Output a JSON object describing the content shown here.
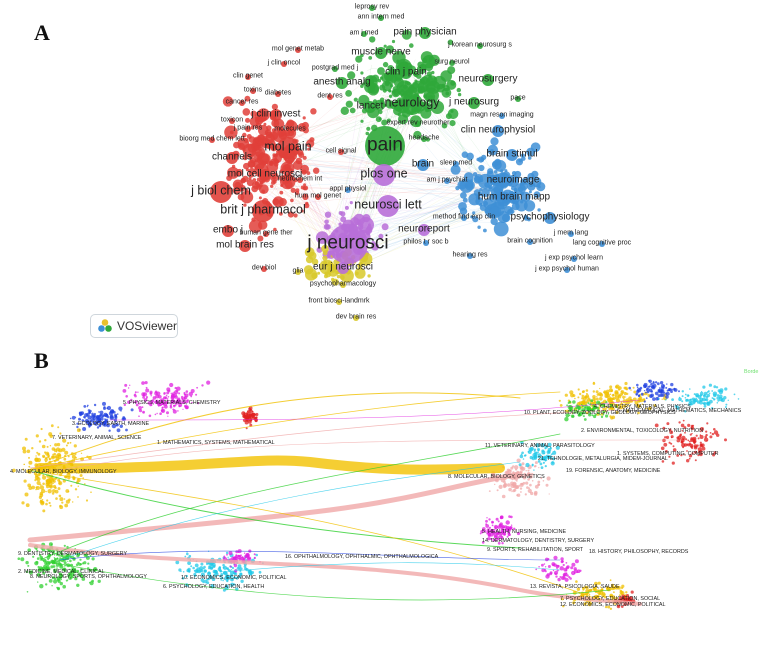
{
  "panels": {
    "a": "A",
    "b": "B"
  },
  "vosviewer_label": "VOSviewer",
  "network_a": {
    "clusters": {
      "red": "#e0403a",
      "green": "#2fa83a",
      "blue": "#3e8fd6",
      "yellow": "#d8c92a",
      "purple": "#b86fd8"
    },
    "labels": [
      {
        "text": "leprosy rev",
        "cluster": "green",
        "size": "s"
      },
      {
        "text": "ann intern med",
        "cluster": "green",
        "size": "s"
      },
      {
        "text": "am j med",
        "cluster": "green",
        "size": "s"
      },
      {
        "text": "pain physician",
        "cluster": "green",
        "size": "m"
      },
      {
        "text": "j korean neurosurg s",
        "cluster": "green",
        "size": "s"
      },
      {
        "text": "mol genet metab",
        "cluster": "red",
        "size": "s"
      },
      {
        "text": "j clin oncol",
        "cluster": "red",
        "size": "s"
      },
      {
        "text": "muscle nerve",
        "cluster": "green",
        "size": "m"
      },
      {
        "text": "postgrad med j",
        "cluster": "green",
        "size": "s"
      },
      {
        "text": "surg neurol",
        "cluster": "green",
        "size": "s"
      },
      {
        "text": "clin genet",
        "cluster": "red",
        "size": "s"
      },
      {
        "text": "toxins",
        "cluster": "red",
        "size": "s"
      },
      {
        "text": "diabetes",
        "cluster": "red",
        "size": "s"
      },
      {
        "text": "anesth analg",
        "cluster": "green",
        "size": "m"
      },
      {
        "text": "clin j pain",
        "cluster": "green",
        "size": "m"
      },
      {
        "text": "neurosurgery",
        "cluster": "green",
        "size": "m"
      },
      {
        "text": "dent res",
        "cluster": "red",
        "size": "s"
      },
      {
        "text": "cancer res",
        "cluster": "red",
        "size": "s"
      },
      {
        "text": "lancet",
        "cluster": "green",
        "size": "m"
      },
      {
        "text": "neurology",
        "cluster": "green",
        "size": "l"
      },
      {
        "text": "j neurosurg",
        "cluster": "green",
        "size": "m"
      },
      {
        "text": "pace",
        "cluster": "green",
        "size": "s"
      },
      {
        "text": "j clin invest",
        "cluster": "red",
        "size": "m"
      },
      {
        "text": "magn reson imaging",
        "cluster": "blue",
        "size": "s"
      },
      {
        "text": "toxicon",
        "cluster": "red",
        "size": "s"
      },
      {
        "text": "expert rev neurother",
        "cluster": "green",
        "size": "s"
      },
      {
        "text": "bioorg med chem lett",
        "cluster": "red",
        "size": "s"
      },
      {
        "text": "mol pain",
        "cluster": "red",
        "size": "l"
      },
      {
        "text": "pain",
        "cluster": "green",
        "size": "xl"
      },
      {
        "text": "clin neurophysiol",
        "cluster": "blue",
        "size": "m"
      },
      {
        "text": "headache",
        "cluster": "green",
        "size": "s"
      },
      {
        "text": "channels",
        "cluster": "red",
        "size": "m"
      },
      {
        "text": "brain",
        "cluster": "blue",
        "size": "m"
      },
      {
        "text": "sleep med",
        "cluster": "blue",
        "size": "s"
      },
      {
        "text": "brain stimul",
        "cluster": "blue",
        "size": "m"
      },
      {
        "text": "mol cell neurosci",
        "cluster": "red",
        "size": "m"
      },
      {
        "text": "plos one",
        "cluster": "purple",
        "size": "l"
      },
      {
        "text": "am j psychiat",
        "cluster": "blue",
        "size": "s"
      },
      {
        "text": "neuroimage",
        "cluster": "blue",
        "size": "m"
      },
      {
        "text": "j biol chem",
        "cluster": "red",
        "size": "l"
      },
      {
        "text": "neurochem int",
        "cluster": "red",
        "size": "s"
      },
      {
        "text": "hum brain mapp",
        "cluster": "blue",
        "size": "m"
      },
      {
        "text": "hum mol genet",
        "cluster": "red",
        "size": "s"
      },
      {
        "text": "neurosci lett",
        "cluster": "purple",
        "size": "l"
      },
      {
        "text": "brit j pharmacol",
        "cluster": "red",
        "size": "l"
      },
      {
        "text": "psychophysiology",
        "cluster": "blue",
        "size": "m"
      },
      {
        "text": "method find exp clin",
        "cluster": "blue",
        "size": "s"
      },
      {
        "text": "neuroreport",
        "cluster": "purple",
        "size": "m"
      },
      {
        "text": "embo j",
        "cluster": "red",
        "size": "m"
      },
      {
        "text": "j neurosci",
        "cluster": "purple",
        "size": "xl"
      },
      {
        "text": "mol brain res",
        "cluster": "red",
        "size": "m"
      },
      {
        "text": "j mem lang",
        "cluster": "blue",
        "size": "s"
      },
      {
        "text": "brain cognition",
        "cluster": "blue",
        "size": "s"
      },
      {
        "text": "lang cognitive proc",
        "cluster": "blue",
        "size": "s"
      },
      {
        "text": "eur j neurosci",
        "cluster": "purple",
        "size": "m"
      },
      {
        "text": "hearing res",
        "cluster": "blue",
        "size": "s"
      },
      {
        "text": "j exp psychol learn",
        "cluster": "blue",
        "size": "s"
      },
      {
        "text": "j exp psychol human",
        "cluster": "blue",
        "size": "s"
      },
      {
        "text": "dev biol",
        "cluster": "red",
        "size": "s"
      },
      {
        "text": "glia",
        "cluster": "yellow",
        "size": "s"
      },
      {
        "text": "psychopharmacology",
        "cluster": "yellow",
        "size": "s"
      },
      {
        "text": "front biosci-landmrk",
        "cluster": "yellow",
        "size": "s"
      },
      {
        "text": "dev brain res",
        "cluster": "yellow",
        "size": "s"
      },
      {
        "text": "philos t r soc b",
        "cluster": "blue",
        "size": "s"
      },
      {
        "text": "appl physiol",
        "cluster": "blue",
        "size": "s"
      },
      {
        "text": "cell signal",
        "cluster": "red",
        "size": "s"
      },
      {
        "text": "molecules",
        "cluster": "red",
        "size": "s"
      },
      {
        "text": "j pain res",
        "cluster": "red",
        "size": "s"
      },
      {
        "text": "human gene ther",
        "cluster": "red",
        "size": "s"
      }
    ]
  },
  "overlay_b": {
    "left_labels": [
      "5. PHYSICS, MATERIALS, CHEMISTRY",
      "3. ECOLOGY, EARTH, MARINE",
      "7. VETERINARY, ANIMAL, SCIENCE",
      "1. MATHEMATICS, SYSTEMS, MATHEMATICAL",
      "4. MOLECULAR, BIOLOGY, IMMUNOLOGY",
      "9. DENTISTRY, DERMATOLOGY, SURGERY",
      "2. MEDICINE, MEDICAL, CLINICAL",
      "8. NEUROLOGY, SPORTS, OPHTHALMOLOGY",
      "10. ECONOMICS, ECONOMIC, POLITICAL",
      "6. PSYCHOLOGY, EDUCATION, HEALTH"
    ],
    "right_labels": [
      "4. CHEMISTRY, MATERIALS, PHYSICS",
      "6. MATHEMATICAL, MATHEMATICS, MECHANICS",
      "10. PLANT, ECOLOGY, ZOOLOGY, GEOLOGY, GEOPHYSICS",
      "2. ENVIRONMENTAL, TOXICOLOGY, NUTRITION",
      "11. VETERINARY, ANIMAL, PARASITOLOGY",
      "1. SYSTEMS, COMPUTING, COMPUTER",
      "21. TEHNOLOGIE, METALURGIA, MIDEM-JOURNAL",
      "19. FORENSIC, ANATOMY, MEDICINE",
      "8. MOLECULAR, BIOLOGY, GENETICS",
      "5. HEALTH, NURSING, MEDICINE",
      "14. DERMATOLOGY, DENTISTRY, SURGERY",
      "9. SPORTS, REHABILITATION, SPORT",
      "16. OPHTHALMOLOGY, OPHTHALMIC, OPHTHALMOLOGICA",
      "18. HISTORY, PHILOSOPHY, RECORDS",
      "13. REVISTA, PSICOLOGIA, SAUDE",
      "7. PSYCHOLOGY, EDUCATION, SOCIAL",
      "12. ECONOMICS, ECONOMIC, POLITICAL"
    ],
    "corner_label": "Borde",
    "colors": {
      "main_flow": "#f2c200",
      "secondary_flow": "#f0a8a8",
      "magenta": "#e020e0",
      "blue": "#2040e0",
      "green": "#30d030",
      "cyan": "#20c8e8",
      "yellow": "#f0c000",
      "red": "#e02020",
      "corner": "#70e070"
    }
  }
}
